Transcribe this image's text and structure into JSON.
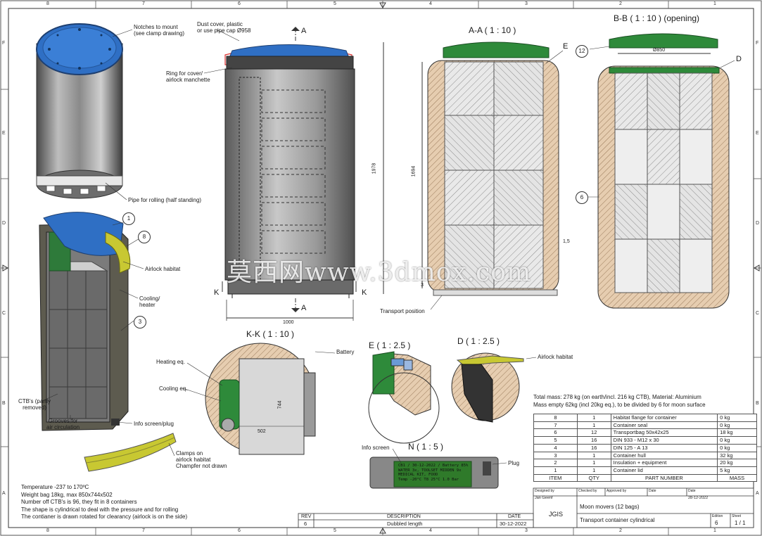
{
  "zones": {
    "cols": [
      "8",
      "7",
      "6",
      "5",
      "4",
      "3",
      "2",
      "1"
    ],
    "rows": [
      "F",
      "E",
      "D",
      "C",
      "B",
      "A"
    ]
  },
  "callouts": {
    "notches": "Notches to mount\n(see clamp drawing)",
    "dust_cover": "Dust cover, plastic\nor use pipe cap Ø958",
    "ring": "Ring for cover/\nairlock manchette",
    "pipe_rolling": "Pipe for rolling (half standing)",
    "airlock_habitat": "Airlock habitat",
    "cooling_heater": "Cooling/\nheater",
    "ctbs": "CTB's (partly\nremoved)",
    "grooves": "Grooves for\nair circulation",
    "info_screen_plug": "Info screen/plug",
    "clamps": "Clamps on\nairlock habitat\nChampfer not drawn",
    "transport_position": "Transport position",
    "heating_eq": "Heating eq.",
    "cooling_eq": "Cooling eq.",
    "battery": "Battery",
    "airlock_habitat_d": "Airlock habitat",
    "info_screen": "Info screen",
    "plug": "Plug"
  },
  "section_labels": {
    "a_top": "A",
    "a_bottom": "A",
    "k_left": "K",
    "k_right": "K",
    "e_ref": "E",
    "d_ref": "D"
  },
  "view_titles": {
    "aa": "A-A ( 1 : 10 )",
    "bb": "B-B ( 1 : 10 ) (opening)",
    "kk": "K-K ( 1 : 10 )",
    "e": "E ( 1 : 2.5 )",
    "d": "D ( 1 : 2.5 )",
    "n": "N ( 1 : 5 )"
  },
  "dimensions": {
    "height": "1978",
    "width": "1000",
    "inner_height": "1694",
    "wall": "1,5",
    "bottom": "3",
    "diameter": "Ø850",
    "kk_h": "744",
    "kk_w": "502"
  },
  "bubbles": [
    "1",
    "8",
    "3",
    "12",
    "6"
  ],
  "screen_text": [
    "CB1 / 30-12-2022 / Battery 85%",
    "WATER 3x, TOOLSET MIDDEN 9x",
    "MEDICAL KIT, FOOD",
    "Temp -20°C T8 25°C  1.0 Bar"
  ],
  "notes": [
    "Temperature -237 to 170ºC",
    "Weight bag 18kg, max 850x744x502",
    "Number off CTB's is 96, they fit in 8 containers",
    "The shape is cylindrical to deal with the pressure and for rolling",
    "The contianer is drawn rotated for clearancy (airlock is on the side)"
  ],
  "mass_note": [
    "Total mass: 278 kg (on earth/incl. 216 kg CTB), Material: Aluminium",
    "Mass empty 62kg (incl 20kg eq.), to be divided by 6 for moon surface"
  ],
  "bom": {
    "headers": [
      "ITEM",
      "QTY",
      "PART NUMBER",
      "MASS"
    ],
    "rows": [
      [
        "8",
        "1",
        "Habitat flange for container",
        "0 kg"
      ],
      [
        "7",
        "1",
        "Container seal",
        "0 kg"
      ],
      [
        "6",
        "12",
        "Transportbag 50x42x25",
        "18 kg"
      ],
      [
        "5",
        "16",
        "DIN 933 - M12  x 30",
        "0 kg"
      ],
      [
        "4",
        "16",
        "DIN 125 - A 13",
        "0 kg"
      ],
      [
        "3",
        "1",
        "Container hull",
        "32 kg"
      ],
      [
        "2",
        "1",
        "Insulation + equipment",
        "20 kg"
      ],
      [
        "1",
        "1",
        "Container lid",
        "5 kg"
      ]
    ]
  },
  "title_block": {
    "designed_by_label": "Designed by",
    "checked_by_label": "Checked by",
    "approved_by_label": "Approved by",
    "date_label": "Date",
    "date_label2": "Date",
    "designer": "Jan Geenf",
    "date": "28-12-2022",
    "company": "JGIS",
    "project": "Moon movers (12 bags)",
    "title": "Transport container cylindrical",
    "edition_label": "Edition",
    "sheet_label": "Sheet",
    "edition": "6",
    "sheet": "1 / 1"
  },
  "revision": {
    "rev_label": "REV",
    "desc_label": "DESCRIPTION",
    "date_label": "DATE",
    "rev": "6",
    "description": "Dubbled length",
    "date": "30-12-2022"
  },
  "watermark": "莫西网www.3dmox.com"
}
